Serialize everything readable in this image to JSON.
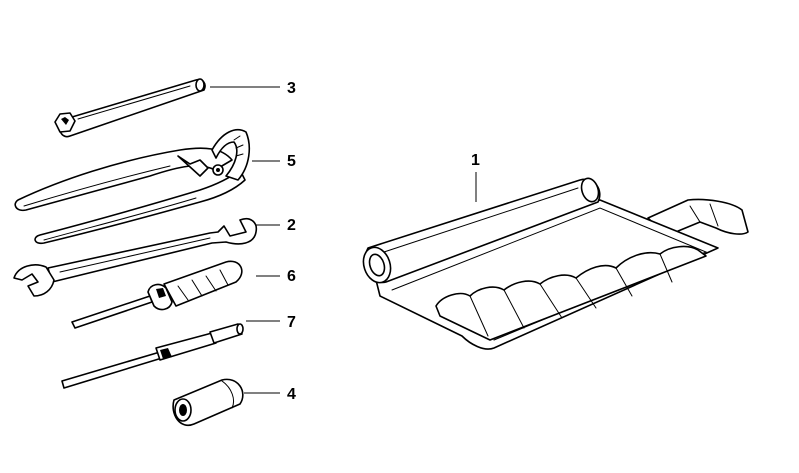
{
  "diagram": {
    "parts": [
      {
        "id": "socket-wrench",
        "number": "3"
      },
      {
        "id": "pliers",
        "number": "5"
      },
      {
        "id": "open-end-wrench",
        "number": "2"
      },
      {
        "id": "screwdriver",
        "number": "6"
      },
      {
        "id": "screwdriver-blade",
        "number": "7"
      },
      {
        "id": "socket",
        "number": "4"
      },
      {
        "id": "tool-roll-bag",
        "number": "1"
      }
    ],
    "colors": {
      "ink": "#000000",
      "background": "#ffffff"
    }
  }
}
